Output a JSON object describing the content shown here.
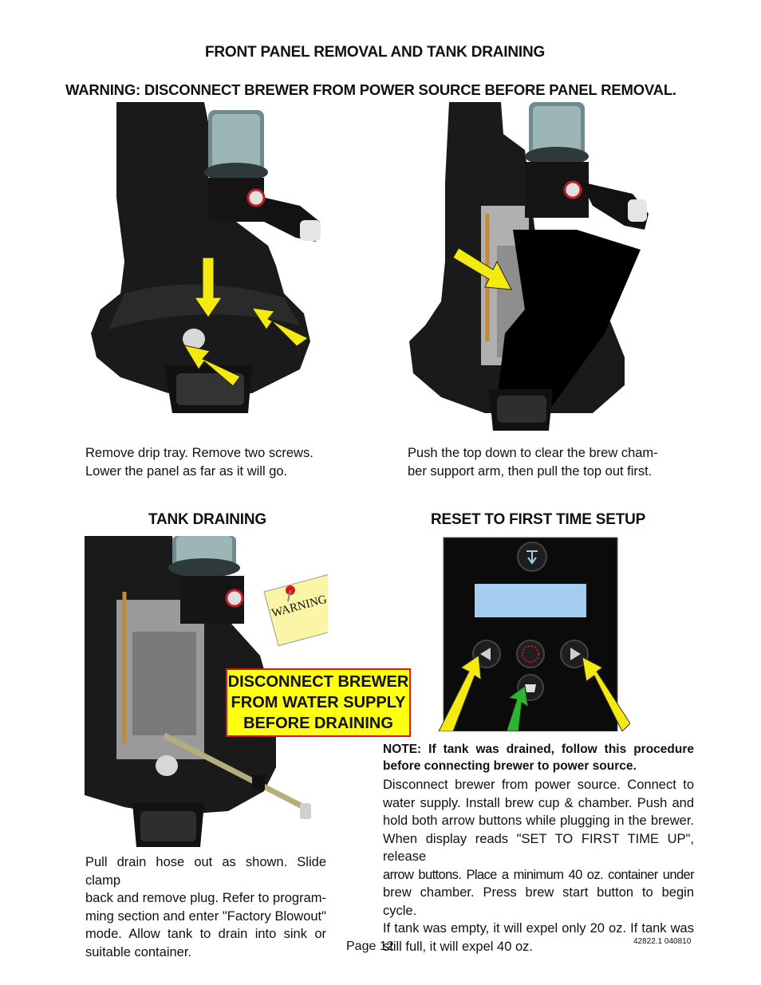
{
  "heading_main": "FRONT PANEL REMOVAL AND TANK DRAINING",
  "warning": "WARNING: DISCONNECT BREWER FROM POWER SOURCE BEFORE PANEL REMOVAL.",
  "fig1": {
    "caption_lines": [
      "Remove drip tray. Remove two screws.",
      "Lower the panel as far as it will go."
    ]
  },
  "fig2": {
    "caption_lines": [
      "Push the top down to clear the brew cham-",
      "ber support arm, then pull the top out first."
    ]
  },
  "tank": {
    "heading": "TANK DRAINING",
    "sticky_note": "WARNING",
    "callout_lines": [
      "DISCONNECT BREWER",
      "FROM WATER SUPPLY",
      "BEFORE DRAINING"
    ],
    "caption_lines": [
      "Pull drain hose out as shown. Slide clamp",
      "back and remove plug. Refer to program-",
      "ming section and enter \"Factory Blowout\"",
      "mode. Allow tank to drain into sink or",
      "suitable container."
    ]
  },
  "reset": {
    "heading": "RESET TO FIRST TIME SETUP",
    "note_bold_lines": [
      "NOTE: If tank was drained, follow this procedure",
      "before connecting brewer to power source."
    ],
    "body_lines": [
      "Disconnect brewer from power source. Connect to",
      "water supply. Install brew cup & chamber. Push and",
      "hold both arrow buttons while plugging in the brewer.",
      "When display reads \"SET TO FIRST TIME UP\", release",
      "arrow buttons. Place a minimum 40 oz. container under",
      "brew chamber. Press brew start button to begin cycle.",
      "If tank was empty, it will  expel only 20 oz. If tank was",
      "still full, it will expel 40 oz."
    ]
  },
  "footer": {
    "page": "Page 12",
    "docnum": "42822.1 040810"
  },
  "colors": {
    "arrow_yellow": "#f4ea0f",
    "arrow_green": "#2db52d",
    "callout_border": "#d8161b",
    "callout_fill": "#ffff10",
    "display_blue": "#a5cdf0"
  }
}
